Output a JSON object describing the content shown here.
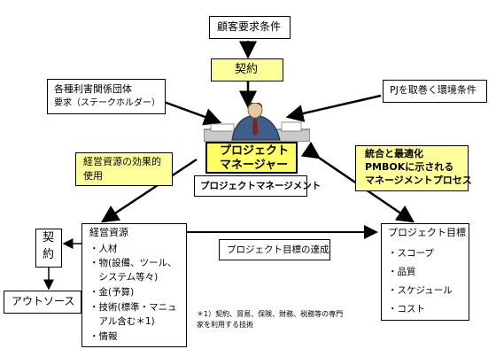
{
  "customer_requirements": "顧客要求条件",
  "contract_top": "契約",
  "stakeholders": {
    "line1": "各種利害関係団体",
    "line2": "要求（ステークホルダー）"
  },
  "pj_environment": "PJを取巻く環境条件",
  "pm_box": {
    "line1": "プロジェクト",
    "line2": "マネージャー"
  },
  "pm_label": "プロジェクトマネージメント",
  "effective_use": {
    "line1": "経営資源の効果的",
    "line2": "使用"
  },
  "pmbok": {
    "line1": "統合と最適化",
    "line2": "PMBOKに示される",
    "line3": "マネージメントプロセス"
  },
  "contract_left": {
    "line1": "契",
    "line2": "約"
  },
  "outsource": "アウトソース",
  "resources": {
    "title": "経営資源",
    "items": [
      "・人材",
      "・物(設備、ツール、",
      "　システム等々)",
      "・金(予算)",
      "・技術(標準・マニュ",
      "　アル含む＊1)",
      "・情報"
    ]
  },
  "goal_achievement": "プロジェクト目標の達成",
  "project_goals": {
    "title": "プロジェクト目標",
    "items": [
      "・スコープ",
      "・品質",
      "・スケジュール",
      "・コスト"
    ]
  },
  "footnote": {
    "line1": "＊1）契約、貿易、保険、財務、税務等の専門",
    "line2": "家を利用する技術"
  },
  "colors": {
    "highlight": "#ffff99",
    "border": "#000000",
    "pm_fill": "#ffff66"
  }
}
